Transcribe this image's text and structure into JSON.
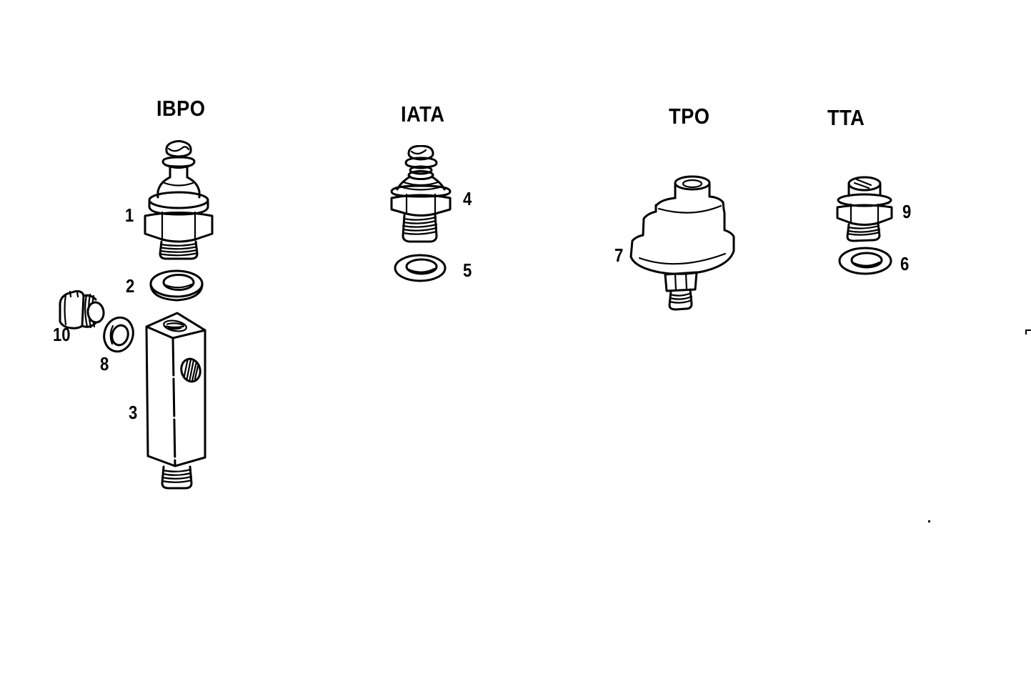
{
  "figure": {
    "paper_color": "#ffffff",
    "ink_color": "#000000",
    "groups": [
      {
        "label": "IBPO",
        "parts": [
          {
            "ref": "1"
          },
          {
            "ref": "2"
          },
          {
            "ref": "3"
          },
          {
            "ref": "8"
          },
          {
            "ref": "10"
          }
        ]
      },
      {
        "label": "IATA",
        "parts": [
          {
            "ref": "4"
          },
          {
            "ref": "5"
          }
        ]
      },
      {
        "label": "TPO",
        "parts": [
          {
            "ref": "7"
          }
        ]
      },
      {
        "label": "TTA",
        "parts": [
          {
            "ref": "9"
          },
          {
            "ref": "6"
          }
        ]
      }
    ]
  }
}
